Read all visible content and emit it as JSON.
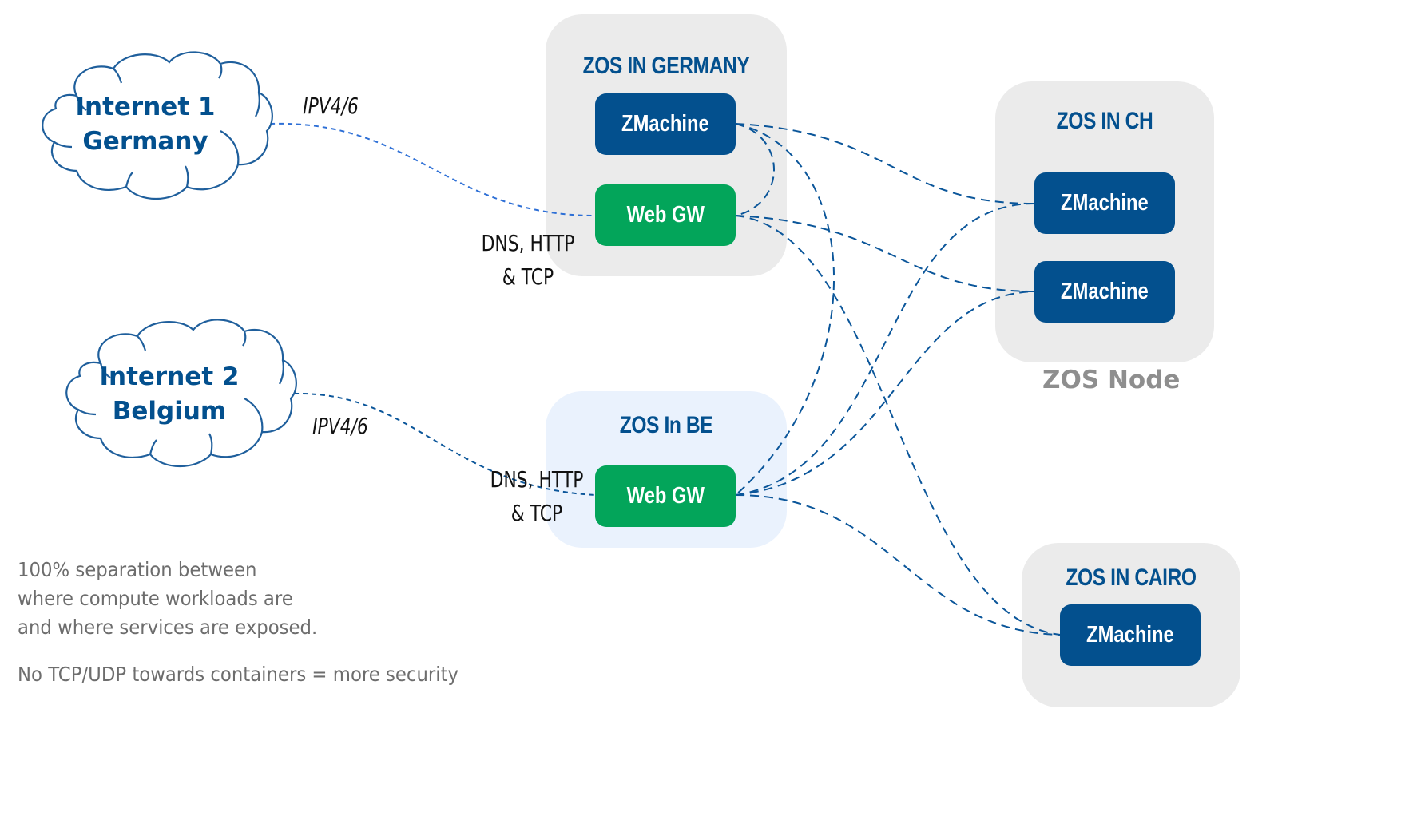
{
  "colors": {
    "zmachine": "#03508e",
    "webgw": "#03a55a",
    "zone_gray": "#ebebeb",
    "zone_blue": "#eaf2fd",
    "title_blue": "#03508e",
    "link_blue": "#0b569a",
    "internet_link": "#2d6fd6",
    "cloud_stroke": "#1f5f9c",
    "note_gray": "#6d6d6d",
    "legend_gray": "#8e8e8e"
  },
  "clouds": [
    {
      "id": "internet1",
      "line1": "Internet 1",
      "line2": "Germany"
    },
    {
      "id": "internet2",
      "line1": "Internet 2",
      "line2": "Belgium"
    }
  ],
  "zones": {
    "germany": {
      "title": "ZOS IN GERMANY",
      "zmachine": "ZMachine",
      "webgw": "Web GW"
    },
    "ch": {
      "title": "ZOS IN CH",
      "zmachine_1": "ZMachine",
      "zmachine_2": "ZMachine"
    },
    "be": {
      "title": "ZOS In BE",
      "webgw": "Web GW"
    },
    "cairo": {
      "title": "ZOS IN CAIRO",
      "zmachine": "ZMachine"
    }
  },
  "labels": {
    "ipv_1": "IPV4/6",
    "ipv_2": "IPV4/6",
    "proto_1_line1": "DNS, HTTP",
    "proto_1_line2": "& TCP",
    "proto_2_line1": "DNS, HTTP",
    "proto_2_line2": "& TCP",
    "legend": "ZOS Node"
  },
  "notes": {
    "line1": "100% separation between",
    "line2": "where compute workloads are",
    "line3": "and where services are exposed.",
    "line4": "No TCP/UDP towards containers = more security"
  },
  "connections": [
    {
      "from": "internet1",
      "to": "germany-webgw",
      "style": "internet"
    },
    {
      "from": "internet2",
      "to": "be-webgw",
      "style": "internet"
    },
    {
      "from": "germany-zmachine",
      "to": "germany-webgw",
      "style": "mesh"
    },
    {
      "from": "germany-zmachine",
      "to": "ch-zmachine-1",
      "style": "mesh"
    },
    {
      "from": "germany-zmachine",
      "to": "be-webgw",
      "style": "mesh"
    },
    {
      "from": "germany-webgw",
      "to": "ch-zmachine-2",
      "style": "mesh"
    },
    {
      "from": "germany-webgw",
      "to": "cairo-zmachine",
      "style": "mesh"
    },
    {
      "from": "be-webgw",
      "to": "ch-zmachine-1",
      "style": "mesh"
    },
    {
      "from": "be-webgw",
      "to": "ch-zmachine-2",
      "style": "mesh"
    },
    {
      "from": "be-webgw",
      "to": "cairo-zmachine",
      "style": "mesh"
    }
  ]
}
